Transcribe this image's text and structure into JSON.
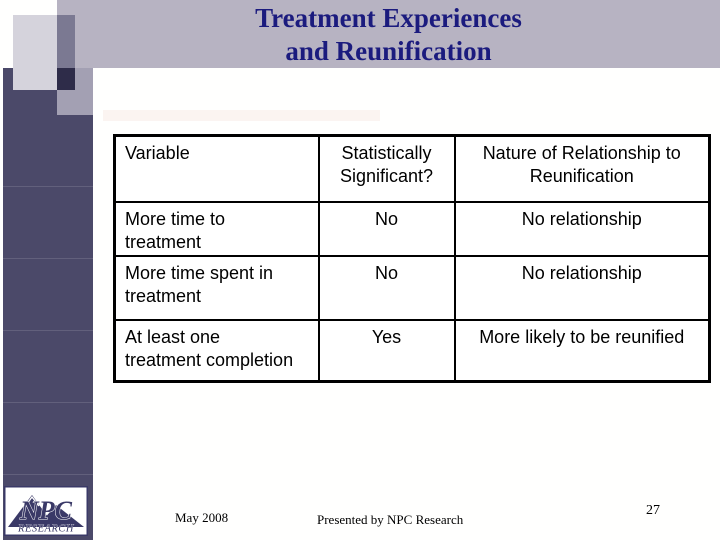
{
  "slide": {
    "title_line1": "Treatment Experiences",
    "title_line2": "and Reunification",
    "footer_date": "May 2008",
    "footer_credit": "Presented by NPC Research",
    "page_number": "27"
  },
  "table": {
    "headers": [
      "Variable",
      "Statistically\nSignificant?",
      "Nature of Relationship to\nReunification"
    ],
    "rows": [
      {
        "variable": "More time to\ntreatment",
        "significant": "No",
        "nature": "No relationship"
      },
      {
        "variable": "More time spent in\ntreatment",
        "significant": "No",
        "nature": "No relationship"
      },
      {
        "variable": "At least one\ntreatment completion",
        "significant": "Yes",
        "nature": "More likely to be reunified"
      }
    ]
  },
  "logo": {
    "name": "NPC",
    "sub": "RESEARCH"
  },
  "colors": {
    "banner": "#b7b3c2",
    "title_text": "#1b1b7e",
    "sidebar": "#4b4969",
    "deco_light": "#d5d3dc",
    "deco_slate": "#7b7992",
    "deco_medium": "#a3a0b3",
    "deco_dark": "#2e2c49",
    "table_border": "#000000",
    "logo_navy": "#3a3967",
    "background": "#fffffe"
  }
}
